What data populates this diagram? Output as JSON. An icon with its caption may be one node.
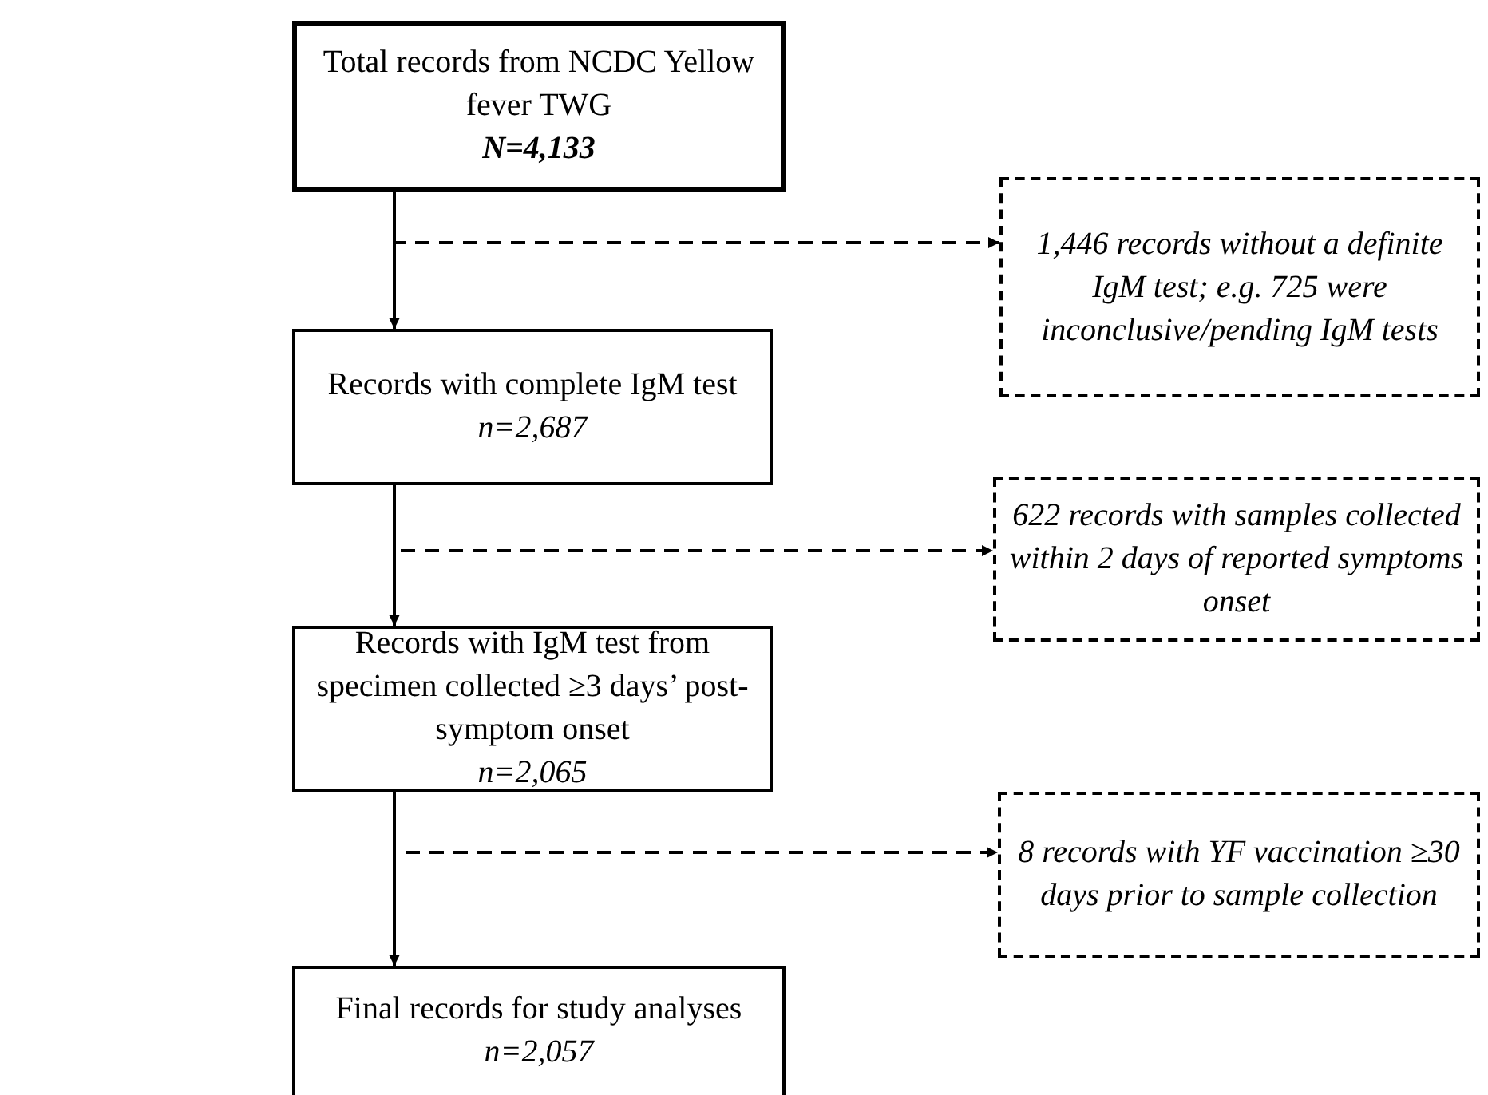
{
  "diagram": {
    "nodes": [
      {
        "text": [
          "Total records from NCDC Yellow fever TWG",
          "**N=4,133**"
        ]
      },
      {
        "text": [
          "1,446 records without a definite IgM test; e.g. 725 were inconclusive/pending IgM tests"
        ]
      },
      {
        "text": [
          "Records with complete IgM test",
          "n=2,687"
        ]
      },
      {
        "text": [
          "622 records with samples collected within 2 days of reported symptoms onset"
        ]
      },
      {
        "text": [
          "Records with IgM test from specimen collected ≥3 days’ post-symptom onset",
          "n=2,065"
        ]
      },
      {
        "text": [
          "8 records with YF vaccination ≥30 days prior to sample collection"
        ]
      },
      {
        "text": [
          "Final records for study analyses",
          "n=2,057"
        ]
      }
    ],
    "edges": [
      {
        "from": 0,
        "to": 2,
        "arrow": "to"
      },
      {
        "from": 0,
        "to": 1,
        "arrow": "to",
        "style": "dashed"
      },
      {
        "from": 2,
        "to": 4,
        "arrow": "to"
      },
      {
        "from": 2,
        "to": 3,
        "arrow": "to",
        "style": "dashed"
      },
      {
        "from": 4,
        "to": 6,
        "arrow": "to"
      },
      {
        "from": 4,
        "to": 5,
        "arrow": "to",
        "style": "dashed"
      }
    ]
  }
}
